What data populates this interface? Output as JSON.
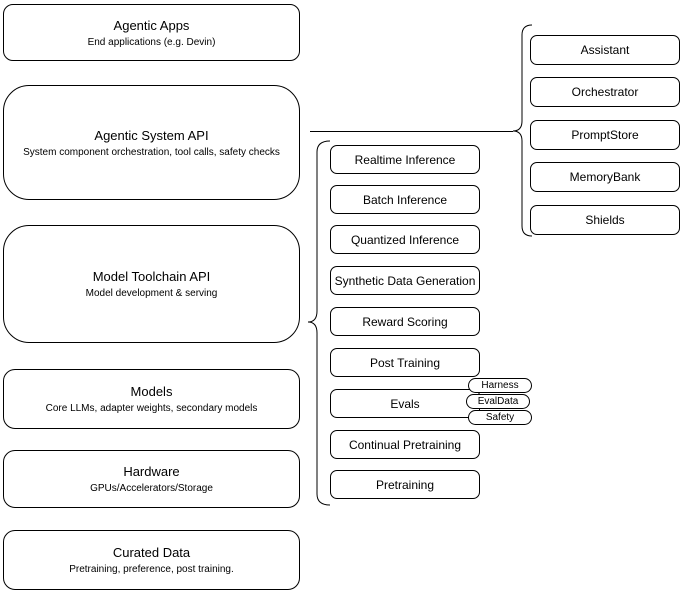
{
  "colors": {
    "background": "#ffffff",
    "stroke": "#000000",
    "node_fill": "#ffffff",
    "text": "#000000"
  },
  "left_column": {
    "boxes": [
      {
        "title": "Agentic Apps",
        "subtitle": "End applications (e.g. Devin)"
      },
      {
        "title": "Agentic System API",
        "subtitle": "System component orchestration, tool calls, safety checks"
      },
      {
        "title": "Model Toolchain API",
        "subtitle": "Model development & serving"
      },
      {
        "title": "Models",
        "subtitle": "Core LLMs, adapter weights, secondary models"
      },
      {
        "title": "Hardware",
        "subtitle": "GPUs/Accelerators/Storage"
      },
      {
        "title": "Curated Data",
        "subtitle": "Pretraining, preference, post training."
      }
    ]
  },
  "toolchain_services": {
    "items": [
      {
        "label": "Realtime Inference"
      },
      {
        "label": "Batch Inference"
      },
      {
        "label": "Quantized Inference"
      },
      {
        "label": "Synthetic Data Generation"
      },
      {
        "label": "Reward Scoring"
      },
      {
        "label": "Post Training"
      },
      {
        "label": "Evals"
      },
      {
        "label": "Continual Pretraining"
      },
      {
        "label": "Pretraining"
      }
    ]
  },
  "evals_tags": {
    "items": [
      {
        "label": "Harness"
      },
      {
        "label": "EvalData"
      },
      {
        "label": "Safety"
      }
    ]
  },
  "agentic_components": {
    "items": [
      {
        "label": "Assistant"
      },
      {
        "label": "Orchestrator"
      },
      {
        "label": "PromptStore"
      },
      {
        "label": "MemoryBank"
      },
      {
        "label": "Shields"
      }
    ]
  }
}
